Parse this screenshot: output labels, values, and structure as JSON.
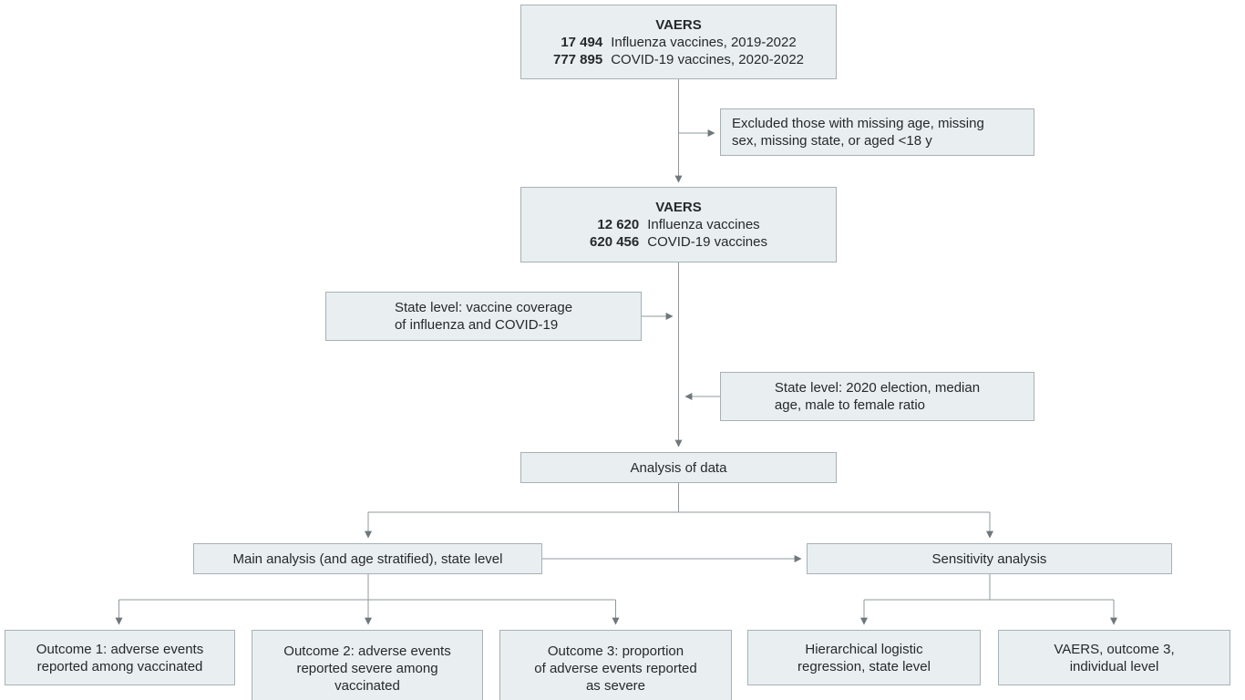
{
  "figure": {
    "type": "flowchart",
    "description": "Study flow diagram of VAERS influenza and COVID-19 vaccine adverse event analysis"
  },
  "colors": {
    "box_fill": "#e9eef1",
    "box_border": "#a7b1b5",
    "connector_line": "#8f989d",
    "arrowhead": "#70777c",
    "text": "#26292b",
    "background": "#ffffff"
  },
  "nodes": {
    "vaers_top": {
      "title": "VAERS",
      "rows": [
        {
          "value": "17 494",
          "label": "Influenza vaccines, 2019-2022"
        },
        {
          "value": "777 895",
          "label": "COVID-19 vaccines, 2020-2022"
        }
      ]
    },
    "excluded": {
      "lines": [
        "Excluded those with missing age, missing",
        "sex, missing state, or aged <18 y"
      ]
    },
    "vaers_mid": {
      "title": "VAERS",
      "rows": [
        {
          "value": "12 620",
          "label": "Influenza vaccines"
        },
        {
          "value": "620 456",
          "label": "COVID-19 vaccines"
        }
      ]
    },
    "state_coverage": {
      "lines": [
        "State level: vaccine coverage",
        "of influenza and COVID-19"
      ]
    },
    "state_election": {
      "lines": [
        "State level: 2020 election, median",
        "age, male to female ratio"
      ]
    },
    "analysis": {
      "text": "Analysis of data"
    },
    "main_analysis": {
      "text": "Main analysis (and age stratified), state level"
    },
    "sensitivity": {
      "text": "Sensitivity analysis"
    },
    "outcome1": {
      "lines": [
        "Outcome 1: adverse events",
        "reported among vaccinated"
      ]
    },
    "outcome2": {
      "lines": [
        "Outcome 2: adverse events",
        "reported severe among",
        "vaccinated"
      ]
    },
    "outcome3": {
      "lines": [
        "Outcome 3: proportion",
        "of adverse events reported",
        "as severe"
      ]
    },
    "hierarchical": {
      "lines": [
        "Hierarchical logistic",
        "regression, state level"
      ]
    },
    "vaers_outcome3": {
      "lines": [
        "VAERS, outcome 3,",
        "individual level"
      ]
    }
  }
}
